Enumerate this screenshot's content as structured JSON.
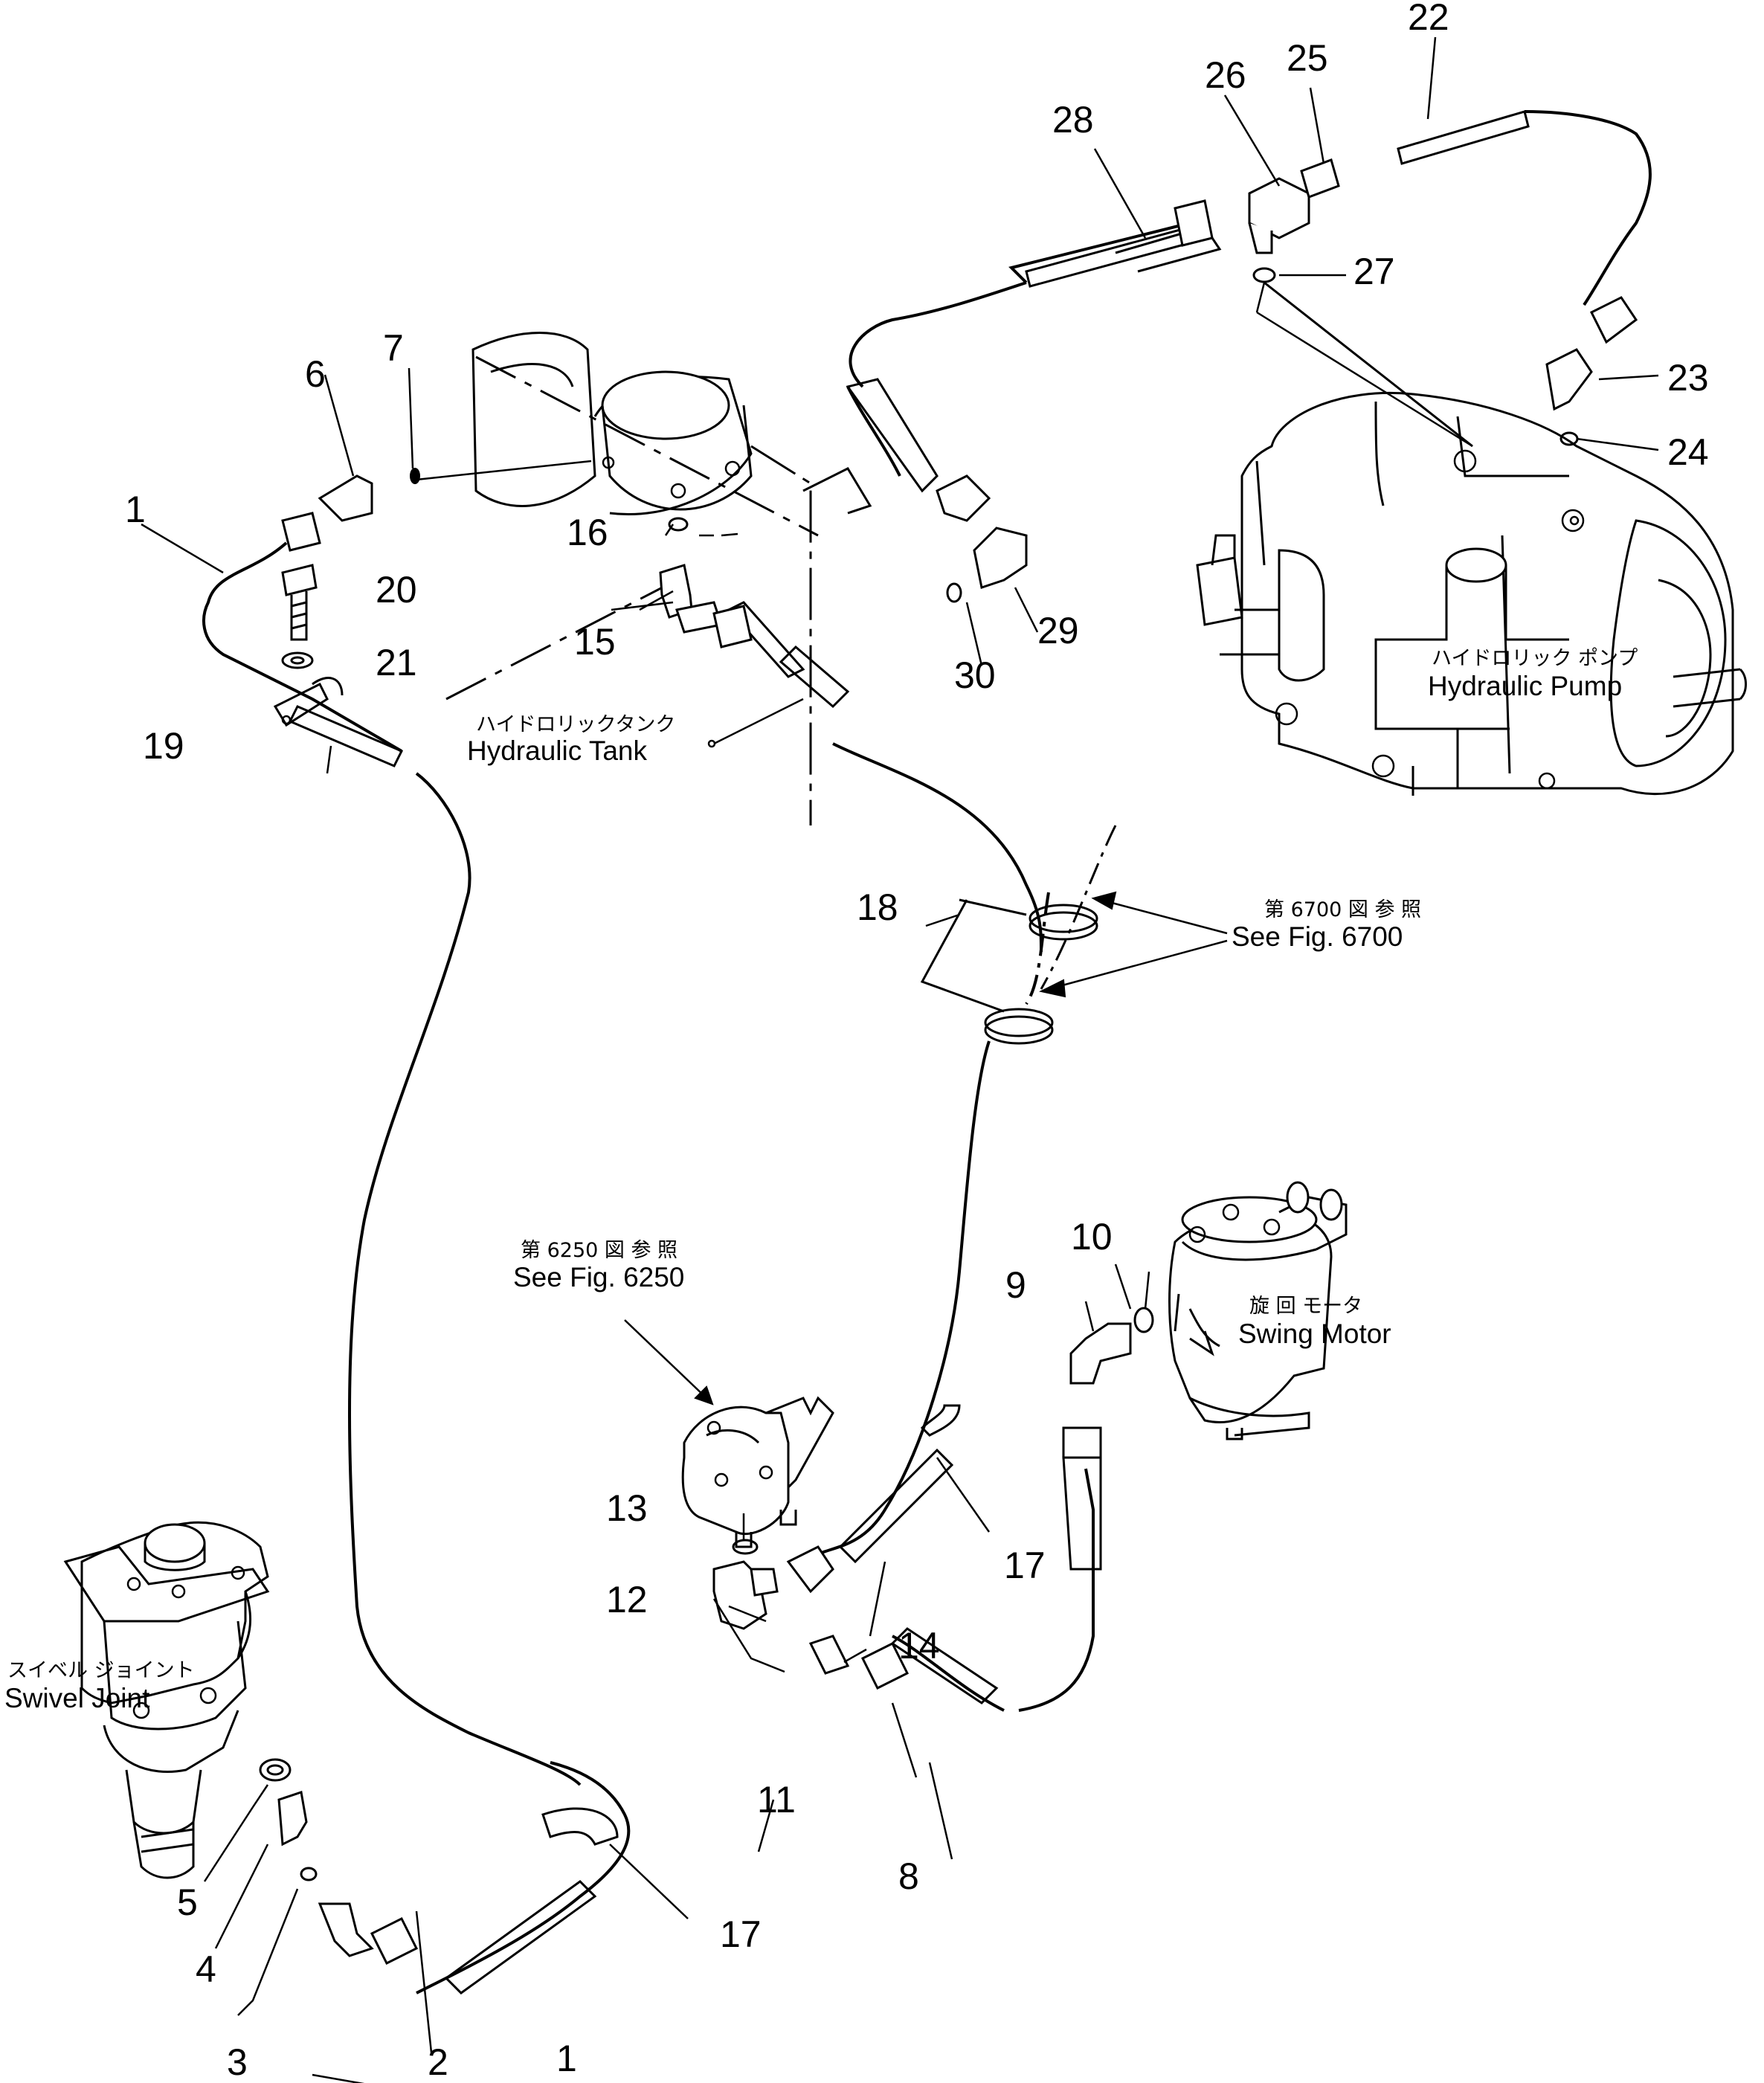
{
  "labels": {
    "c1a": "1",
    "c1b": "1",
    "c2": "2",
    "c3": "3",
    "c4": "4",
    "c5": "5",
    "c6": "6",
    "c7": "7",
    "c8": "8",
    "c9": "9",
    "c10": "10",
    "c11": "11",
    "c12": "12",
    "c13": "13",
    "c14": "14",
    "c15": "15",
    "c16": "16",
    "c17a": "17",
    "c17b": "17",
    "c18": "18",
    "c19": "19",
    "c20": "20",
    "c21": "21",
    "c22": "22",
    "c23": "23",
    "c24": "24",
    "c25": "25",
    "c26": "26",
    "c27": "27",
    "c28": "28",
    "c29": "29",
    "c30": "30"
  },
  "components": {
    "hydraulic_tank": {
      "jp": "ハイドロリックタンク",
      "en": "Hydraulic Tank"
    },
    "hydraulic_pump": {
      "jp": "ハイドロリック ポンプ",
      "en": "Hydraulic Pump"
    },
    "swing_motor": {
      "jp": "旋 回  モータ",
      "en": "Swing Motor"
    },
    "swivel_joint": {
      "jp": "スイベル ジョイント",
      "en": "Swivel Joint"
    }
  },
  "references": {
    "fig6700": {
      "jp": "第 6700 図 参 照",
      "en": "See Fig. 6700"
    },
    "fig6250": {
      "jp": "第 6250 図 参 照",
      "en": "See Fig. 6250"
    }
  }
}
